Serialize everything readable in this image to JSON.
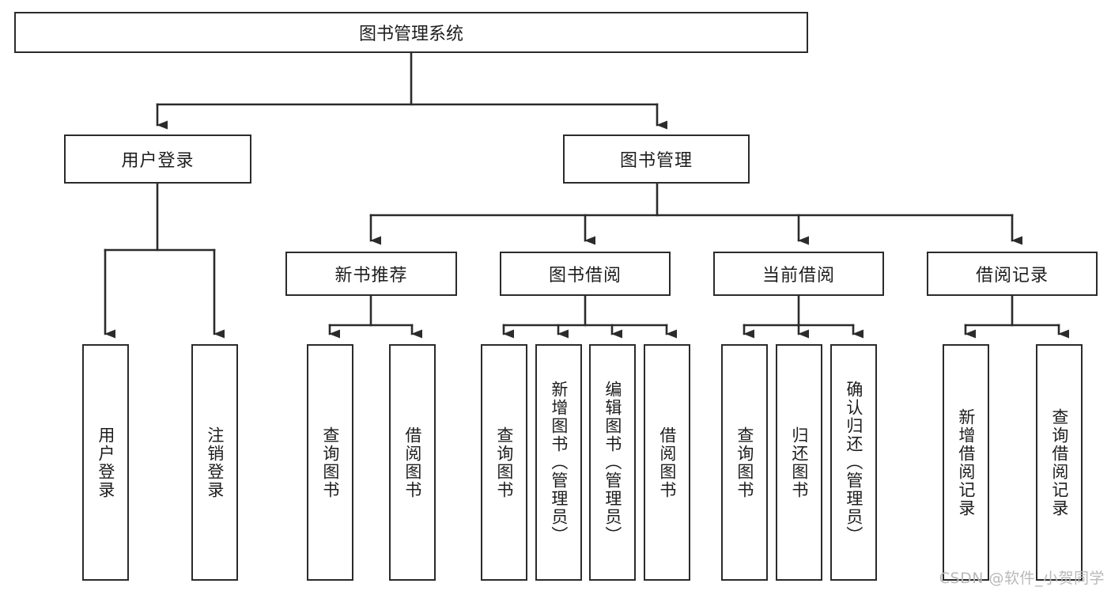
{
  "diagram": {
    "title": "图书管理系统",
    "type": "hierarchy-tree",
    "watermark": "CSDN @软件_小贺同学",
    "colors": {
      "box_border": "#2b2b2b",
      "box_fill": "#ffffff",
      "edge": "#2b2b2b",
      "text": "#1d1d1d",
      "watermark": "#b9b9b9"
    },
    "levels": {
      "root": {
        "label": "图书管理系统"
      },
      "level2": [
        {
          "label": "用户登录"
        },
        {
          "label": "图书管理"
        }
      ],
      "level3": [
        {
          "label": "新书推荐"
        },
        {
          "label": "图书借阅"
        },
        {
          "label": "当前借阅"
        },
        {
          "label": "借阅记录"
        }
      ],
      "leaves": [
        {
          "label": "用户登录",
          "parent": "用户登录"
        },
        {
          "label": "注销登录",
          "parent": "用户登录"
        },
        {
          "label": "查询图书",
          "parent": "新书推荐"
        },
        {
          "label": "借阅图书",
          "parent": "新书推荐"
        },
        {
          "label": "查询图书",
          "parent": "图书借阅"
        },
        {
          "label": "新增图书（管理员）",
          "parent": "图书借阅"
        },
        {
          "label": "编辑图书（管理员）",
          "parent": "图书借阅"
        },
        {
          "label": "借阅图书",
          "parent": "图书借阅"
        },
        {
          "label": "查询图书",
          "parent": "当前借阅"
        },
        {
          "label": "归还图书",
          "parent": "当前借阅"
        },
        {
          "label": "确认归还（管理员）",
          "parent": "当前借阅"
        },
        {
          "label": "新增借阅记录",
          "parent": "借阅记录"
        },
        {
          "label": "查询借阅记录",
          "parent": "借阅记录"
        }
      ]
    }
  }
}
